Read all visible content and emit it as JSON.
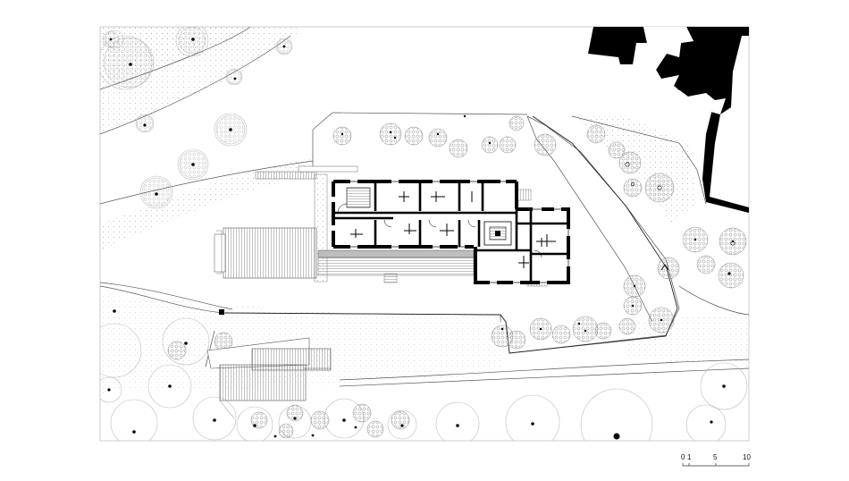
{
  "scale_bar": {
    "ticks": [
      "0",
      "1",
      "5",
      "10"
    ]
  },
  "colors": {
    "ink": "#000000",
    "thin_line": "#555555",
    "hatch": "#9a9a9a",
    "paper": "#ffffff"
  }
}
